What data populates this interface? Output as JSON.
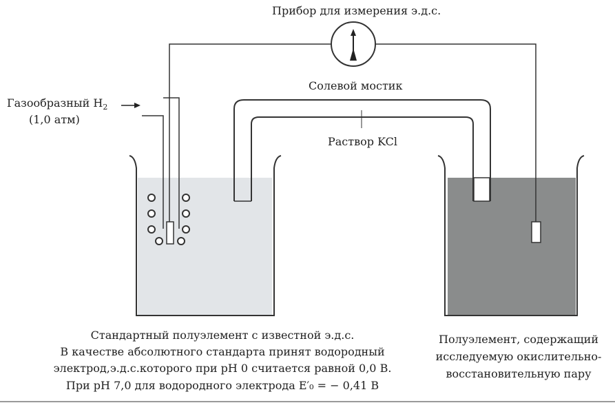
{
  "meter": {
    "label": "Прибор для измерения э.д.с."
  },
  "bridge": {
    "label": "Солевой мостик",
    "solution": "Раствор KCl"
  },
  "gas": {
    "label_main": "Газообразный H",
    "label_sub": "2",
    "pressure": "(1,0 атм)"
  },
  "left_caption": {
    "line1": "Стандартный полуэлемент с известной э.д.с.",
    "line2": "В качестве абсолютного стандарта принят водородный",
    "line3": "электрод,э.д.с.которого при pH 0   считается равной 0,0 В.",
    "line4": "При pH  7,0 для водородного  электрода E′₀ = −  0,41 В"
  },
  "right_caption": {
    "line1": "Полуэлемент, содержащий",
    "line2": "исследуемую окислительно-",
    "line3": "восстановительную пару"
  },
  "colors": {
    "left_solution": "#e2e5e8",
    "right_solution": "#8a8c8c",
    "line": "#333333"
  }
}
